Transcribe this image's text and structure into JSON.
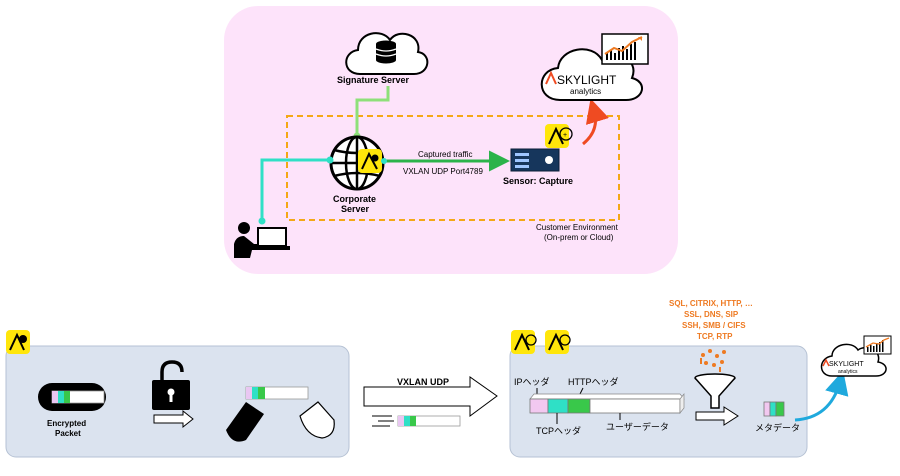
{
  "top": {
    "signature_server": "Signature Server",
    "corporate_server_line1": "Corporate",
    "corporate_server_line2": "Server",
    "captured_traffic_line1": "Captured traffic",
    "captured_traffic_line2": "VXLAN UDP Port4789",
    "sensor_capture": "Sensor: Capture",
    "customer_env_line1": "Customer Environment",
    "customer_env_line2": "(On-prem or Cloud)",
    "skylight_brand": "SKYLIGHT",
    "skylight_sub": "analytics"
  },
  "bottom": {
    "encrypted_line1": "Encrypted",
    "encrypted_line2": "Packet",
    "vxlan_udp": "VXLAN UDP",
    "ip_header": "IPヘッダ",
    "http_header": "HTTPヘッダ",
    "tcp_header": "TCPヘッダ",
    "user_data": "ユーザーデータ",
    "metadata": "メタデータ",
    "protocols": [
      "SQL, CITRIX, HTTP, …",
      "SSL, DNS, SIP",
      "SSH, SMB / CIFS",
      "TCP, RTP"
    ],
    "skylight_brand": "SKYLIGHT",
    "skylight_sub": "analytics"
  },
  "colors": {
    "pink_panel": "#fde3fa",
    "grey_panel": "#dbe3ef",
    "teal_line": "#2fe0c6",
    "green_line": "#8ee07a",
    "orange_dash": "#f4a816",
    "yellow_badge": "#ffe60a",
    "sensor_navy": "#16365c",
    "arrow_red": "#ef4b22",
    "arrow_blue": "#1fa9dd",
    "orange_text": "#ee7a22"
  }
}
